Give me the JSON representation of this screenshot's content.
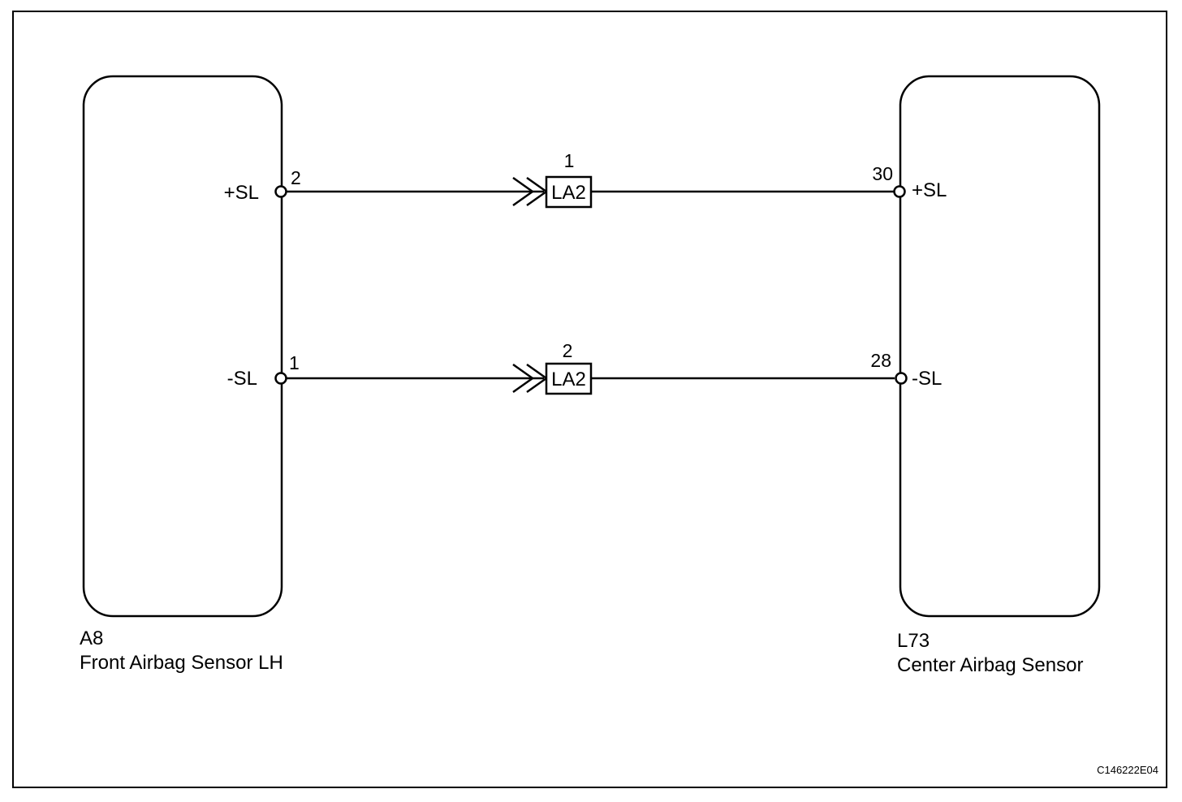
{
  "diagram_code": "C146222E04",
  "colors": {
    "stroke": "#000000",
    "background": "#ffffff"
  },
  "components": {
    "left": {
      "code": "A8",
      "name": "Front Airbag Sensor LH"
    },
    "right": {
      "code": "L73",
      "name": "Center Airbag Sensor"
    }
  },
  "wires": [
    {
      "left_pin": "2",
      "left_label": "+SL",
      "connector_id": "LA2",
      "connector_pin": "1",
      "right_pin": "30",
      "right_label": "+SL"
    },
    {
      "left_pin": "1",
      "left_label": "-SL",
      "connector_id": "LA2",
      "connector_pin": "2",
      "right_pin": "28",
      "right_label": "-SL"
    }
  ]
}
